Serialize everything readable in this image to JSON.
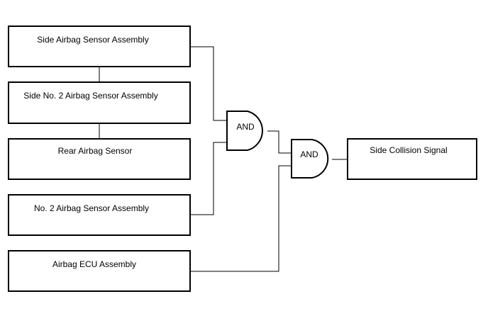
{
  "diagram": {
    "boxes": {
      "side_airbag_sensor": "Side Airbag Sensor Assembly",
      "side_no2_airbag_sensor": "Side No. 2 Airbag Sensor Assembly",
      "rear_airbag_sensor": "Rear Airbag Sensor",
      "no2_airbag_sensor": "No. 2 Airbag Sensor Assembly",
      "airbag_ecu": "Airbag ECU Assembly",
      "side_collision_signal": "Side Collision Signal"
    },
    "gates": {
      "gate1": "AND",
      "gate2": "AND"
    }
  }
}
